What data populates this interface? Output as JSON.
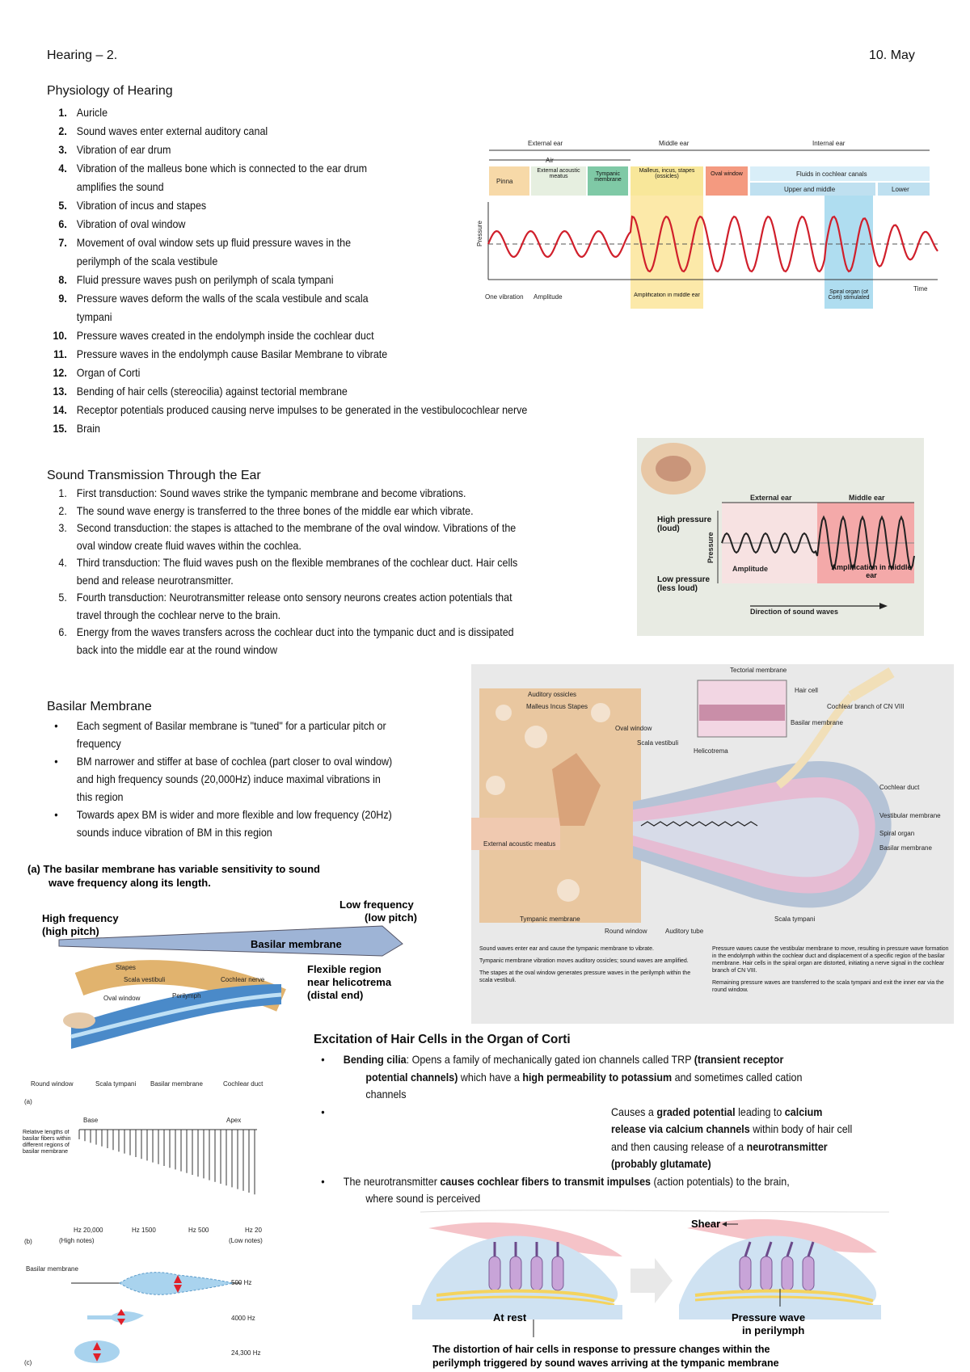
{
  "header": {
    "title": "Hearing – 2.",
    "date": "10. May"
  },
  "physiology": {
    "title": "Physiology of Hearing",
    "items": [
      {
        "n": "1.",
        "text": "Auricle"
      },
      {
        "n": "2.",
        "text": "Sound waves enter external auditory canal"
      },
      {
        "n": "3.",
        "text": "Vibration of ear drum"
      },
      {
        "n": "4.",
        "text": "Vibration of the malleus bone which is connected to the ear drum",
        "text2": "amplifies the sound"
      },
      {
        "n": "5.",
        "text": "Vibration of incus and stapes"
      },
      {
        "n": "6.",
        "text": "Vibration of oval window"
      },
      {
        "n": "7.",
        "text": "Movement of oval window sets up fluid pressure waves in the",
        "text2": "perilymph of the scala vestibule"
      },
      {
        "n": "8.",
        "text": "Fluid pressure waves push on perilymph of scala tympani"
      },
      {
        "n": "9.",
        "text": "Pressure waves deform the walls of the scala vestibule and scala",
        "text2": "tympani"
      },
      {
        "n": "10.",
        "text": "Pressure waves created in the endolymph inside the cochlear duct"
      },
      {
        "n": "11.",
        "text": "Pressure waves in the endolymph cause Basilar Membrane to vibrate"
      },
      {
        "n": "12.",
        "text": "Organ of Corti"
      },
      {
        "n": "13.",
        "text": "Bending of hair cells (stereocilia) against tectorial membrane"
      },
      {
        "n": "14.",
        "text": "Receptor potentials produced causing nerve impulses to be generated in the vestibulocochlear nerve"
      },
      {
        "n": "15.",
        "text": "Brain"
      }
    ]
  },
  "transmission": {
    "title": "Sound Transmission Through the Ear",
    "items": [
      {
        "n": "1.",
        "text": "First transduction: Sound waves strike the tympanic membrane and become vibrations."
      },
      {
        "n": "2.",
        "text": "The sound wave energy is transferred to the three bones of the middle ear which vibrate."
      },
      {
        "n": "3.",
        "text": "Second transduction: the stapes is attached to the membrane of the oval window. Vibrations of the",
        "text2": "oval window create fluid waves within the cochlea."
      },
      {
        "n": "4.",
        "text": "Third transduction: The fluid waves push on the flexible membranes of the cochlear duct. Hair cells",
        "text2": "bend and release neurotransmitter."
      },
      {
        "n": "5.",
        "text": "Fourth transduction: Neurotransmitter release onto sensory neurons creates action potentials that",
        "text2": "travel through the cochlear nerve to the brain."
      },
      {
        "n": "6.",
        "text": "Energy from the waves transfers across the cochlear duct into the tympanic duct and is dissipated",
        "text2": "back into the middle ear at the round window"
      }
    ]
  },
  "basilar": {
    "title": "Basilar Membrane",
    "items": [
      {
        "text": "Each segment of Basilar membrane is \"tuned\" for a particular pitch or",
        "text2": "frequency"
      },
      {
        "text": "BM narrower and stiffer at base of cochlea (part closer to oval window)",
        "text2": "and high frequency sounds (20,000Hz) induce maximal vibrations in",
        "text3": "this region"
      },
      {
        "text": "Towards apex BM is wider and more flexible and low frequency (20Hz)",
        "text2": "sounds induce vibration of BM in this region"
      }
    ]
  },
  "excitation": {
    "title": "Excitation of Hair Cells in the Organ of Corti",
    "b1_label": "Bending cilia",
    "b1_a": ": Opens a family of mechanically gated ion channels called TRP ",
    "b1_b": "(transient receptor",
    "b1_c": "potential channels)",
    "b1_d": " which have a ",
    "b1_e": "high permeability to potassium",
    "b1_f": " and sometimes called cation",
    "b1_g": "channels",
    "b2_a": "Causes a ",
    "b2_b": "graded potential",
    "b2_c": " leading to ",
    "b2_d": "calcium",
    "b2_e": "release via calcium channels",
    "b2_f": " within body of hair cell",
    "b2_g": "and then causing release of a ",
    "b2_h": "neurotransmitter",
    "b2_i": "(probably glutamate)",
    "b3_a": "The neurotransmitter ",
    "b3_b": "causes cochlear fibers to transmit impulses",
    "b3_c": " (action potentials) to the brain,",
    "b3_d": "where sound is perceived"
  },
  "fig_wave": {
    "external": "External ear",
    "middle": "Middle ear",
    "internal": "Internal ear",
    "air": "Air",
    "pinna": "Pinna",
    "eam": "External acoustic meatus",
    "tympanic": "Tympanic membrane",
    "ossicles": "Malleus, incus, stapes (ossicles)",
    "oval": "Oval window",
    "fluids": "Fluids in cochlear canals",
    "upper": "Upper and middle",
    "lower": "Lower",
    "pressure": "Pressure",
    "time": "Time",
    "one_vib": "One vibration",
    "amplitude": "Amplitude",
    "amplification": "Amplification in middle ear",
    "spiral": "Spiral organ (of Corti) stimulated"
  },
  "fig_wave2": {
    "external": "External ear",
    "middle": "Middle ear",
    "high": "High pressure (loud)",
    "low": "Low pressure (less loud)",
    "pressure": "Pressure",
    "amplitude": "Amplitude",
    "amplification": "Amplification in middle ear",
    "direction": "Direction of sound waves"
  },
  "fig_cochlea": {
    "tectorial": "Tectorial membrane",
    "ossicles": "Auditory ossicles",
    "mis": "Malleus  Incus    Stapes",
    "hair": "Hair cell",
    "branch": "Cochlear branch of CN VIII",
    "basilar_m": "Basilar membrane",
    "oval": "Oval window",
    "scala_v": "Scala vestibuli",
    "helico": "Helicotrema",
    "duct": "Cochlear duct",
    "vest_m": "Vestibular membrane",
    "spiral": "Spiral organ",
    "basilar_m2": "Basilar membrane",
    "eam": "External acoustic meatus",
    "tymp": "Tympanic membrane",
    "round": "Round window",
    "aud_tube": "Auditory tube",
    "scala_t": "Scala tympani",
    "c1": "Sound waves enter ear and cause the tympanic membrane to vibrate.",
    "c2": "Tympanic membrane vibration moves auditory ossicles; sound waves are amplified.",
    "c3": "The stapes at the oval window generates pressure waves in the perilymph within the scala vestibuli.",
    "c4": "Pressure waves cause the vestibular membrane to move, resulting in pressure wave formation in the endolymph within the cochlear duct and displacement of a specific region of the basilar membrane. Hair cells in the spiral organ are distorted, initiating a nerve signal in the cochlear branch of CN VIII.",
    "c5": "Remaining pressure waves are transferred to the scala tympani and exit the inner ear via the round window."
  },
  "fig_basilar": {
    "heading": "(a) The basilar membrane has variable sensitivity to sound",
    "heading2": "wave frequency along its length.",
    "high": "High frequency",
    "high2": "(high pitch)",
    "low": "Low frequency",
    "low2": "(low pitch)",
    "bm": "Basilar membrane",
    "flex": "Flexible region",
    "flex2": "near helicotrema",
    "flex3": "(distal end)",
    "stapes": "Stapes",
    "scala_v": "Scala vestibuli",
    "cnerve": "Cochlear nerve",
    "perilymph": "Perilymph",
    "oval": "Oval window",
    "round": "Round window",
    "scala_t": "Scala tympani",
    "bm2": "Basilar membrane",
    "cduct": "Cochlear duct",
    "a": "(a)",
    "base": "Base",
    "apex": "Apex",
    "rel": "Relative lengths of basilar fibers within different regions of basilar membrane",
    "hz1": "Hz 20,000",
    "hz2": "Hz 1500",
    "hz3": "Hz 500",
    "hz4": "Hz 20",
    "high_notes": "(High notes)",
    "low_notes": "(Low notes)",
    "b": "(b)",
    "bm3": "Basilar membrane",
    "f1": "500 Hz",
    "f2": "4000 Hz",
    "f3": "24,300 Hz",
    "c": "(c)"
  },
  "fig_hair": {
    "shear": "Shear",
    "rest": "At rest",
    "pw": "Pressure wave",
    "pw2": "in perilymph",
    "cap1": "The distortion of hair cells in response to pressure changes within the",
    "cap2": "perilymph triggered by sound waves arriving at the tympanic membrane"
  }
}
